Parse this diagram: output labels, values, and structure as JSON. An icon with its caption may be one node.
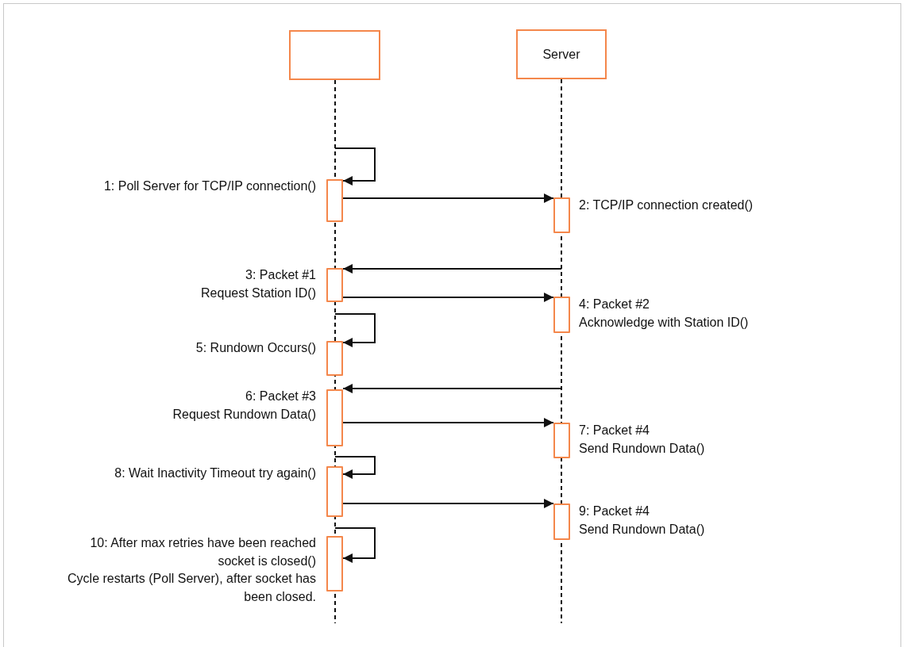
{
  "diagram": {
    "nodes": [
      {
        "text": [],
        "shape": "box"
      },
      {
        "text": [
          "Server"
        ]
      },
      {
        "text": [],
        "shape": "bar",
        "beside": [
          "1: Poll Server for TCP/IP connection()"
        ]
      },
      {
        "text": [],
        "shape": "bar",
        "beside": [
          "2: TCP/IP connection created()"
        ]
      },
      {
        "text": [],
        "shape": "bar",
        "beside": [
          "3: Packet #1",
          "Request Station ID()"
        ]
      },
      {
        "text": [],
        "shape": "bar",
        "beside": [
          "4: Packet #2",
          "Acknowledge with Station ID()"
        ]
      },
      {
        "text": [],
        "shape": "bar",
        "beside": [
          "5: Rundown Occurs()"
        ]
      },
      {
        "text": [],
        "shape": "bar",
        "beside": [
          "6: Packet #3",
          "Request Rundown Data()"
        ]
      },
      {
        "text": [],
        "shape": "bar",
        "beside": [
          "7: Packet #4",
          "Send Rundown Data()"
        ]
      },
      {
        "text": [],
        "shape": "bar",
        "beside": [
          "8: Wait Inactivity Timeout try again()"
        ]
      },
      {
        "text": [],
        "shape": "bar",
        "beside": [
          "9: Packet #4",
          "Send Rundown Data()"
        ]
      },
      {
        "text": [],
        "shape": "bar",
        "beside": [
          "10: After max retries have been reached socket is closed()",
          "Cycle restarts (Poll Server), after socket has been closed."
        ]
      }
    ],
    "edges": [
      {
        "from": null,
        "to": 2,
        "arrow": "to"
      },
      {
        "from": 2,
        "to": 3,
        "arrow": "to"
      },
      {
        "from": null,
        "to": 4,
        "arrow": "to"
      },
      {
        "from": 4,
        "to": 5,
        "arrow": "to"
      },
      {
        "from": null,
        "to": 6,
        "arrow": "to"
      },
      {
        "from": null,
        "to": 7,
        "arrow": "to"
      },
      {
        "from": 7,
        "to": 8,
        "arrow": "to"
      },
      {
        "from": null,
        "to": 9,
        "arrow": "to"
      },
      {
        "from": 9,
        "to": 10,
        "arrow": "to"
      },
      {
        "from": null,
        "to": 11,
        "arrow": "to"
      }
    ]
  }
}
